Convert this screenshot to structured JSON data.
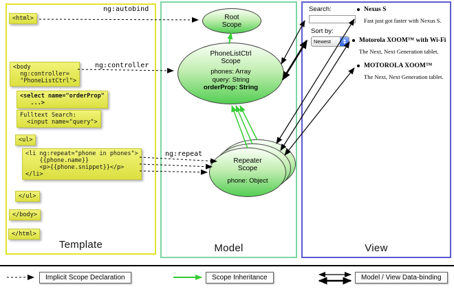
{
  "template_panel": {
    "label": "Template",
    "code": {
      "html_open": "<html>",
      "body_open": "<body\n  ng:controller=\n  \"PhoneListCtrl\">",
      "select_orderprop": "<select name=\"orderProp\"\n   ...>",
      "fulltext_search": "Fulltext Search:\n  <input name=\"query\">",
      "ul_open": "<ul>",
      "li_repeat": "<li ng:repeat=\"phone in phones\">\n    {{phone.name}}\n    <p>{{phone.snippet}}</p>\n</li>",
      "ul_close": "</ul>",
      "body_close": "</body>",
      "html_close": "</html>"
    }
  },
  "model_panel": {
    "label": "Model",
    "root_scope": {
      "title": "Root\nScope"
    },
    "phonelistctrl_scope": {
      "title": "PhoneListCtrl\nScope",
      "props": [
        "phones: Array",
        "query: String",
        "orderProp: String"
      ]
    },
    "repeater_scope": {
      "title": "Repeater\nScope",
      "prop": "phone: Object"
    }
  },
  "view_panel": {
    "label": "View",
    "search_label": "Search:",
    "sort_label": "Sort by:",
    "sort_selected": "Newest",
    "phones": [
      {
        "name": "Nexus S",
        "desc": "Fast just got faster with Nexus S."
      },
      {
        "name": "Motorola XOOM™ with Wi-Fi",
        "desc": "The Next, Next Generation tablet."
      },
      {
        "name": "MOTOROLA XOOM™",
        "desc": "The Next, Next Generation tablet."
      }
    ]
  },
  "arrow_labels": {
    "autobind": "ng:autobind",
    "controller": "ng:controller",
    "repeat": "ng:repeat"
  },
  "legend": {
    "implicit": "Implicit Scope Declaration",
    "inheritance": "Scope Inheritance",
    "databinding": "Model / View Data-binding"
  },
  "colors": {
    "template_border": "#e2e22e",
    "model_border": "#7bd5a3",
    "view_border": "#5a5ad0",
    "code_box_bg": "#e9ec55",
    "scope_green": "#54ce54",
    "inheritance_arrow": "#33cc33",
    "binding_arrow": "#000000"
  }
}
